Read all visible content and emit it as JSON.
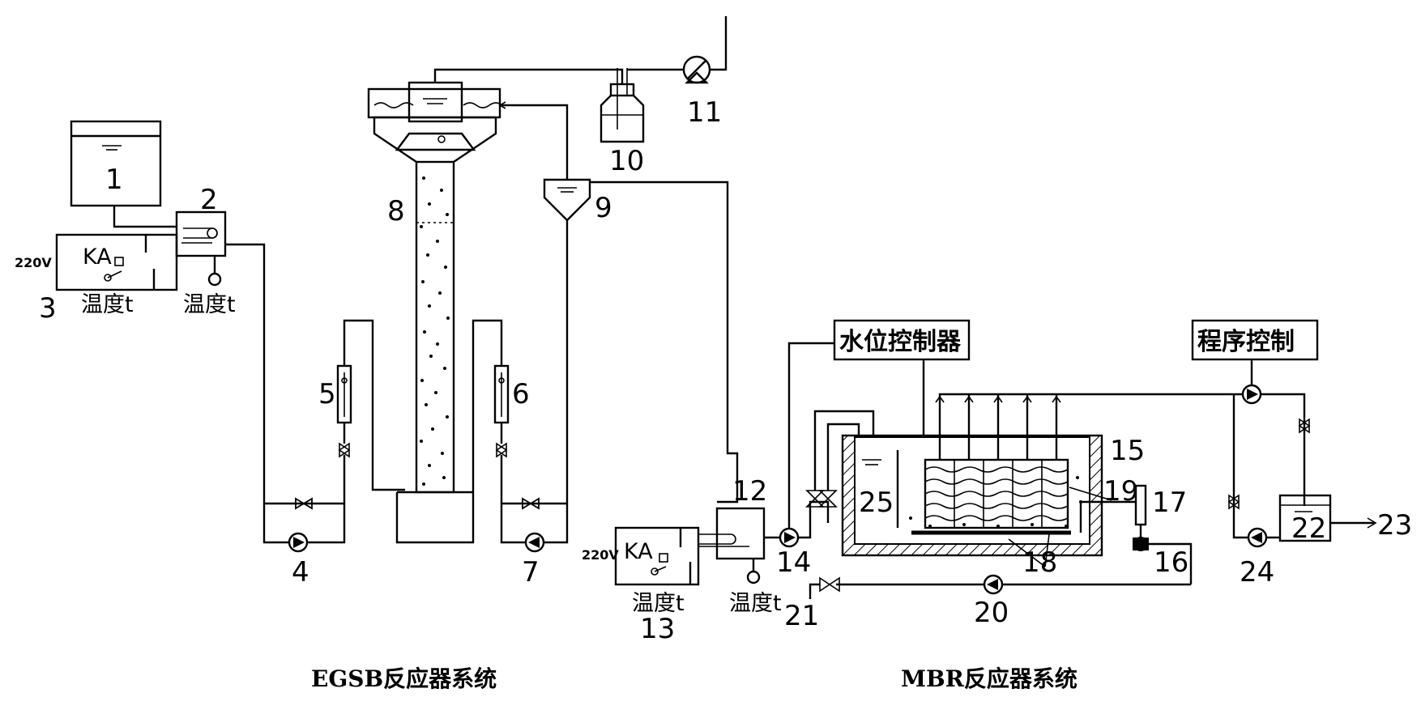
{
  "labels": {
    "n1": "1",
    "n2": "2",
    "n3": "3",
    "n4": "4",
    "n5": "5",
    "n6": "6",
    "n7": "7",
    "n8": "8",
    "n9": "9",
    "n10": "10",
    "n11": "11",
    "n12": "12",
    "n13": "13",
    "n14": "14",
    "n15": "15",
    "n16": "16",
    "n17": "17",
    "n18": "18",
    "n19": "19",
    "n20": "20",
    "n21": "21",
    "n22": "22",
    "n23": "23",
    "n24": "24",
    "n25": "25"
  },
  "texts": {
    "voltage": "220V",
    "relay": "KA",
    "temp": "温度t",
    "water_level_controller": "水位控制器",
    "program_control": "程序控制"
  },
  "captions": {
    "egsb": "EGSB反应器系统",
    "mbr": "MBR反应器系统"
  }
}
